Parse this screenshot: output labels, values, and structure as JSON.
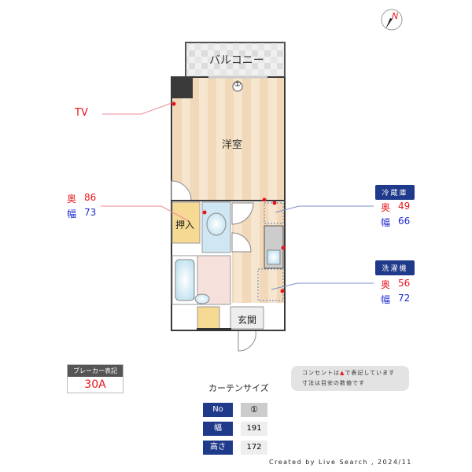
{
  "compass": {
    "label": "N"
  },
  "rooms": {
    "balcony": "バルコニー",
    "western_room": "洋室",
    "closet": "押入",
    "entrance": "玄関",
    "window_no": "①"
  },
  "callouts": {
    "tv": "TV",
    "closet": {
      "depth_label": "奥",
      "depth": "86",
      "width_label": "幅",
      "width": "73"
    },
    "fridge": {
      "title": "冷蔵庫",
      "depth_label": "奥",
      "depth": "49",
      "width_label": "幅",
      "width": "66"
    },
    "washer": {
      "title": "洗濯機",
      "depth_label": "奥",
      "depth": "56",
      "width_label": "幅",
      "width": "72"
    }
  },
  "breaker": {
    "title": "ブレーカー表記",
    "value": "30A"
  },
  "note": {
    "line1_pre": "コンセントは",
    "line1_post": "で表記しています",
    "line2": "寸法は目安の数値です"
  },
  "curtain": {
    "title": "カーテンサイズ",
    "rows": [
      {
        "label": "No",
        "value": "①"
      },
      {
        "label": "幅",
        "value": "191"
      },
      {
        "label": "高さ",
        "value": "172"
      }
    ]
  },
  "footer": "Created by Live Search , 2024/11",
  "colors": {
    "outlet": "#e8141c",
    "navy": "#1f3a8a",
    "wall": "#3a3a3a",
    "floor": "#f3dcc0"
  }
}
